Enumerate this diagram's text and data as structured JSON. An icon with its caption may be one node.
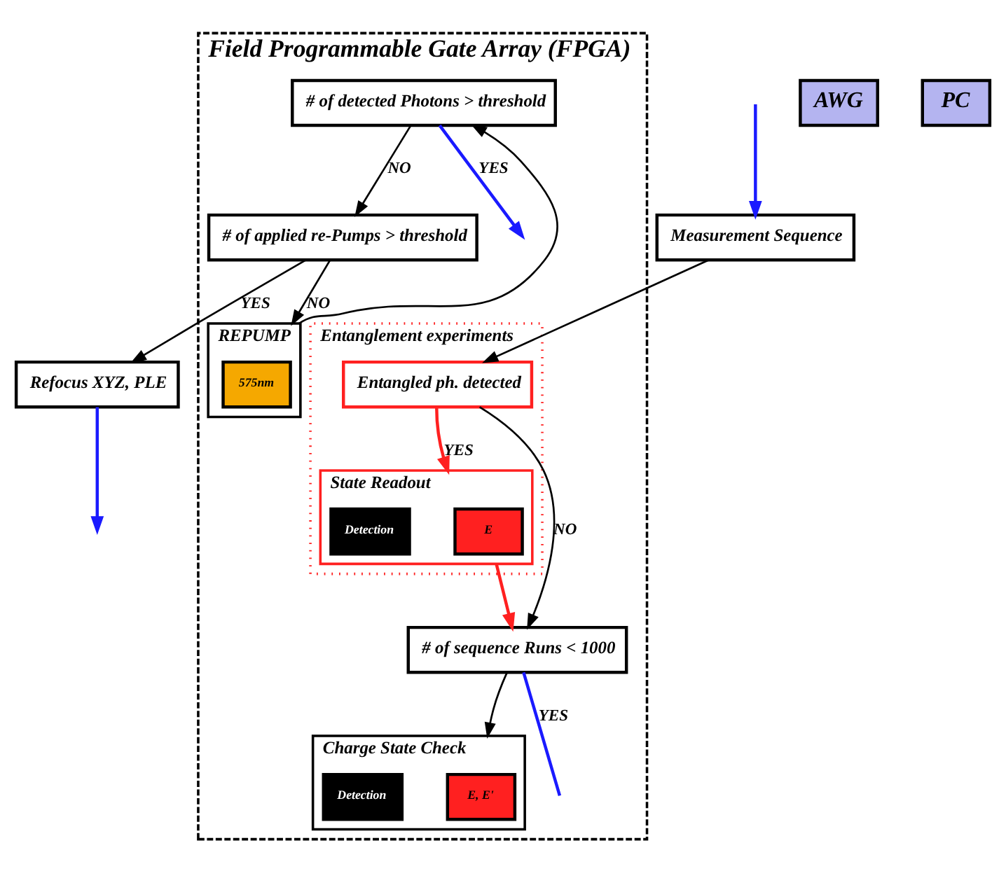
{
  "diagram": {
    "nodes": [
      {
        "text": [
          "Field Programmable Gate Array (FPGA)"
        ]
      },
      {
        "text": [
          "Entanglement experiments"
        ],
        "in": 0
      },
      {
        "text": [
          "AWG"
        ]
      },
      {
        "text": [
          "Measurement Sequence"
        ]
      },
      {
        "text": [
          "Entangled ph. detected"
        ],
        "in": 1
      },
      {
        "text": [
          "State Readout"
        ],
        "in": 1
      },
      {
        "text": [
          "E"
        ],
        "in": 5
      },
      {
        "text": [
          "Detection"
        ],
        "in": 5
      },
      {
        "text": [
          "# of sequence Runs < 1000"
        ],
        "in": 0
      },
      {
        "text": [
          "Charge State Check"
        ],
        "in": 0
      },
      {
        "text": [
          "E, E'"
        ],
        "in": 9
      },
      {
        "text": [
          "Detection"
        ],
        "in": 9
      },
      {
        "text": [
          "# of detected Photons > threshold"
        ],
        "in": 0
      },
      {
        "text": [
          "REPUMP"
        ],
        "in": 0
      },
      {
        "text": [
          "575nm"
        ],
        "in": 13
      },
      {
        "text": [
          "# of applied re-Pumps > threshold"
        ],
        "in": 0
      },
      {
        "text": [
          "PC"
        ]
      },
      {
        "text": [
          "Refocus XYZ, PLE"
        ]
      }
    ],
    "edges": [
      {
        "from": 3,
        "to": 4,
        "arrow": "to"
      },
      {
        "from": 4,
        "to": 5,
        "arrow": "to",
        "label": "YES",
        "color": "#ff2020"
      },
      {
        "from": 4,
        "to": 8,
        "arrow": "to",
        "label": "NO"
      },
      {
        "from": 5,
        "to": 8,
        "arrow": "to",
        "color": "#ff2020"
      },
      {
        "from": 8,
        "to": 9,
        "arrow": "to"
      },
      {
        "from": 8,
        "to": null,
        "arrow": "none",
        "label": "YES",
        "color": "#1a1aff"
      },
      {
        "from": 12,
        "to": null,
        "arrow": "to",
        "label": "YES",
        "color": "#1a1aff"
      },
      {
        "from": 12,
        "to": 15,
        "arrow": "to",
        "label": "NO"
      },
      {
        "from": 15,
        "to": 13,
        "arrow": "to",
        "label": "NO"
      },
      {
        "from": 13,
        "to": 12,
        "arrow": "to"
      },
      {
        "from": 15,
        "to": 17,
        "arrow": "to",
        "label": "YES"
      },
      {
        "from": 17,
        "to": null,
        "arrow": "to",
        "color": "#1a1aff"
      },
      {
        "from": null,
        "to": 3,
        "arrow": "to",
        "color": "#1a1aff"
      }
    ]
  }
}
